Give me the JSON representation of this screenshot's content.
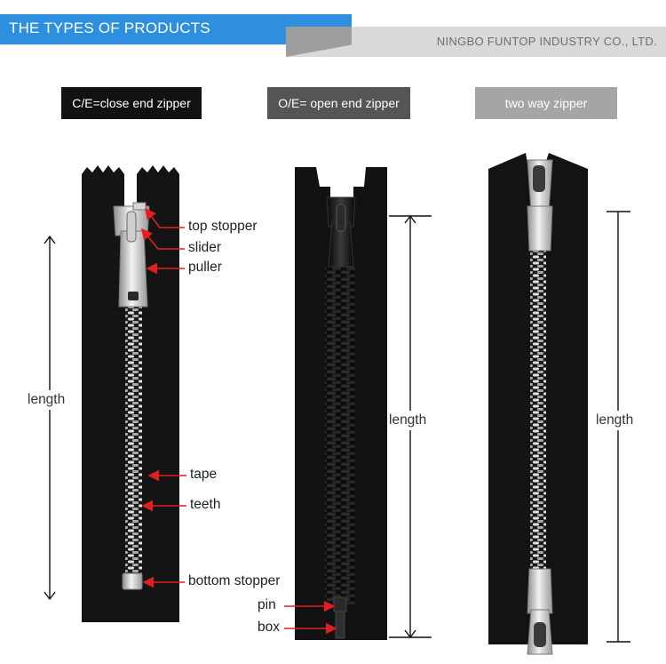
{
  "header": {
    "title": "THE TYPES OF PRODUCTS",
    "company": "NINGBO FUNTOP INDUSTRY CO., LTD.",
    "title_color": "#2e8fdf"
  },
  "types": [
    {
      "label": "C/E=close end zipper",
      "bg": "#111111"
    },
    {
      "label": "O/E= open end zipper",
      "bg": "#555555"
    },
    {
      "label": "two way zipper",
      "bg": "#a5a5a5"
    }
  ],
  "callouts": {
    "top_stopper": "top stopper",
    "slider": "slider",
    "puller": "puller",
    "tape": "tape",
    "teeth": "teeth",
    "bottom_stopper": "bottom stopper",
    "pin": "pin",
    "box": "box"
  },
  "length_label": "length",
  "colors": {
    "arrow": "#e02020",
    "tape": "#141414",
    "metal": "#c8c8c8"
  }
}
